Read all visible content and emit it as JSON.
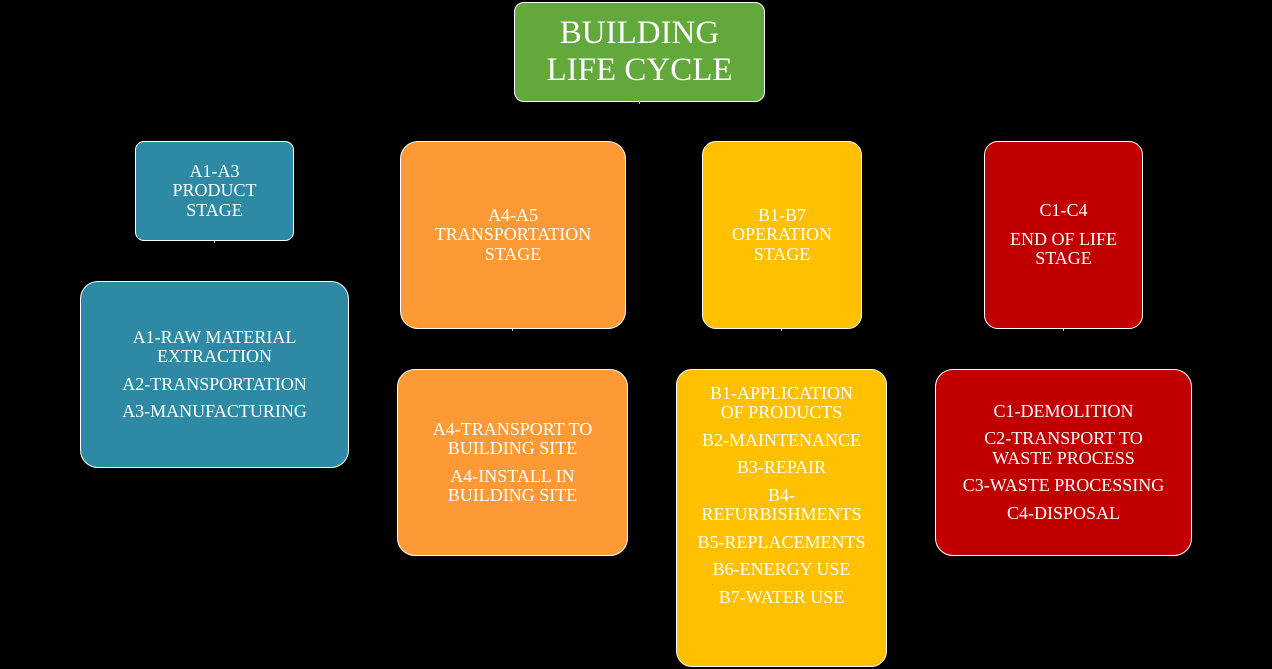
{
  "colors": {
    "title": "#63a83a",
    "stage_a13": "#2e8aa4",
    "stage_a45": "#fd9a35",
    "stage_b": "#ffc000",
    "stage_c": "#c00000"
  },
  "title": {
    "line1": "BUILDING",
    "line2": "LIFE CYCLE"
  },
  "stages": {
    "a1_a3": {
      "code": "A1-A3",
      "name": "PRODUCT\nSTAGE",
      "items": [
        "A1-RAW MATERIAL\nEXTRACTION",
        "A2-TRANSPORTATION",
        "A3-MANUFACTURING"
      ]
    },
    "a4_a5": {
      "code": "A4-A5",
      "name": "TRANSPORTATION\nSTAGE",
      "items": [
        "A4-TRANSPORT  TO\nBUILDING SITE",
        "A4-INSTALL IN\nBUILDING SITE"
      ]
    },
    "b1_b7": {
      "code": "B1-B7",
      "name": "OPERATION\nSTAGE",
      "items": [
        "B1-APPLICATION\nOF PRODUCTS",
        "B2-MAINTENANCE",
        "B3-REPAIR",
        "B4-\nREFURBISHMENTS",
        "B5-REPLACEMENTS",
        "B6-ENERGY USE",
        "B7-WATER USE"
      ]
    },
    "c1_c4": {
      "code": "C1-C4",
      "name": "END OF LIFE\nSTAGE",
      "items": [
        "C1-DEMOLITION",
        "C2-TRANSPORT  TO\nWASTE PROCESS",
        "C3-WASTE PROCESSING",
        "C4-DISPOSAL"
      ]
    }
  }
}
